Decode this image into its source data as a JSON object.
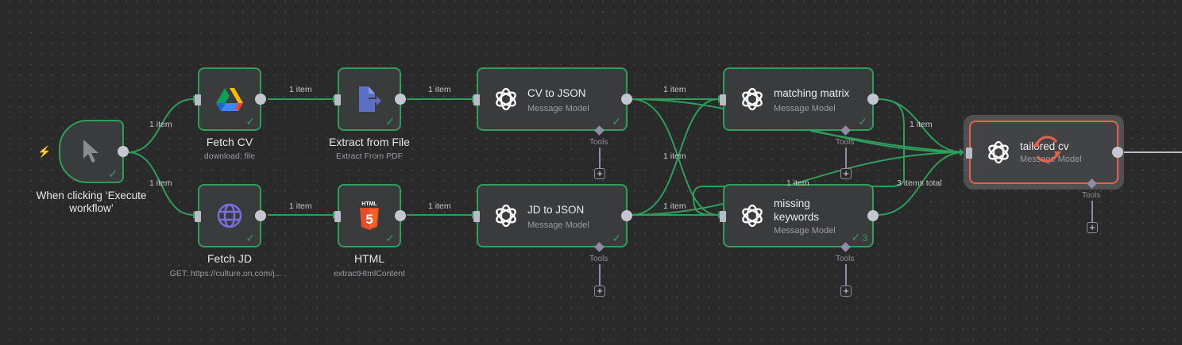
{
  "canvas": {
    "background": "#2a2a2a",
    "accent_success": "#2e9e5b",
    "accent_error": "#e4614f"
  },
  "nodes": {
    "trigger": {
      "title": "When clicking ‘Execute workflow’",
      "title_line1": "When clicking ‘Execute",
      "title_line2": "workflow’",
      "icon": "cursor-icon",
      "status": "success"
    },
    "fetch_cv": {
      "title": "Fetch CV",
      "subtitle": "download: file",
      "icon": "google-drive-icon",
      "status": "success"
    },
    "extract_file": {
      "title": "Extract from File",
      "subtitle": "Extract From PDF",
      "icon": "file-export-icon",
      "status": "success"
    },
    "fetch_jd": {
      "title": "Fetch JD",
      "subtitle": "GET: https://culture.on.com/j...",
      "icon": "globe-icon",
      "status": "success"
    },
    "html": {
      "title": "HTML",
      "subtitle": "extractHtmlContent",
      "icon": "html5-icon",
      "icon_text": "HTML",
      "icon_num": "5",
      "status": "success"
    },
    "cv_to_json": {
      "title": "CV to JSON",
      "subtitle": "Message Model",
      "icon": "openai-icon",
      "status": "success",
      "tools_label": "Tools"
    },
    "jd_to_json": {
      "title": "JD to JSON",
      "subtitle": "Message Model",
      "icon": "openai-icon",
      "status": "success",
      "tools_label": "Tools"
    },
    "matching_matrix": {
      "title": "matching matrix",
      "subtitle": "Message Model",
      "icon": "openai-icon",
      "status": "success",
      "tools_label": "Tools"
    },
    "missing_keywords": {
      "title_line1": "missing",
      "title_line2": "keywords",
      "subtitle": "Message Model",
      "icon": "openai-icon",
      "status": "success",
      "run_count": "3",
      "tools_label": "Tools"
    },
    "tailored_cv": {
      "title": "tailored cv",
      "subtitle": "Message Model",
      "icon": "openai-icon",
      "status": "running",
      "tools_label": "Tools"
    }
  },
  "edges": {
    "trigger_to_fetch_cv": "1 item",
    "trigger_to_fetch_jd": "1 item",
    "fetch_cv_to_extract": "1 item",
    "fetch_jd_to_html": "1 item",
    "extract_to_cv_json": "1 item",
    "html_to_jd_json": "1 item",
    "cv_json_to_matching": "1 item",
    "jd_json_cross": "1 item",
    "jd_json_to_missing": "1 item",
    "to_missing_loop": "1 item",
    "matching_to_tailored": "1 item",
    "missing_to_tailored": "3 items total"
  },
  "icons": {
    "trigger_bolt": "ϟ",
    "check": "✓",
    "plus": "+"
  }
}
